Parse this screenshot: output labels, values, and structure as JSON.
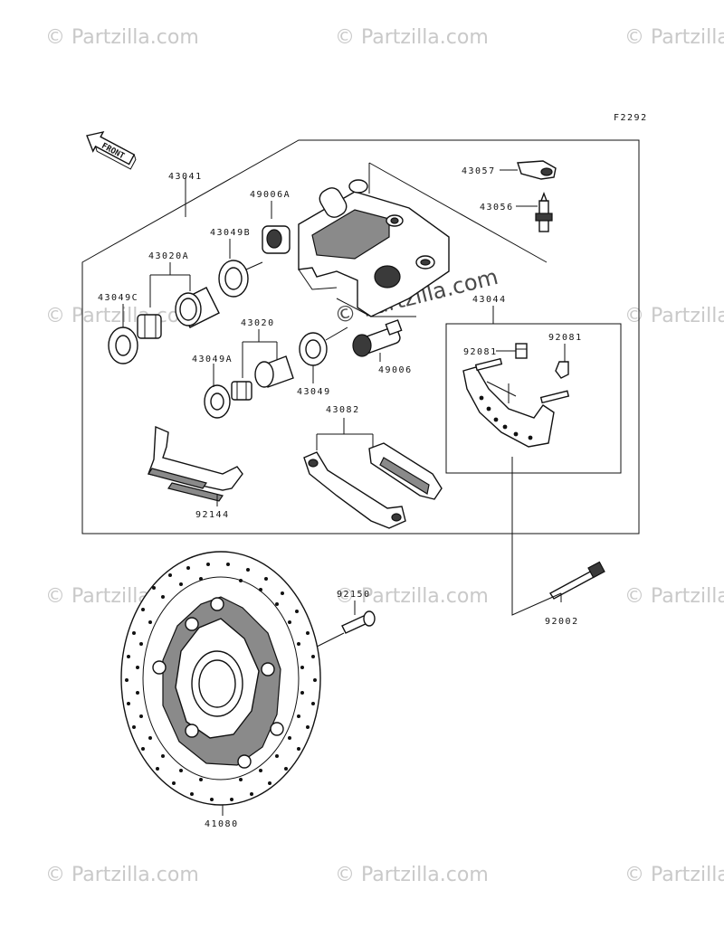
{
  "figure_code": "F2292",
  "front_label": "FRONT",
  "watermark": "© Partzilla.com",
  "watermark_center": "© Partzilla.com",
  "parts": [
    {
      "id": "43041"
    },
    {
      "id": "43057"
    },
    {
      "id": "43056"
    },
    {
      "id": "49006A"
    },
    {
      "id": "43049B"
    },
    {
      "id": "43020A"
    },
    {
      "id": "43049C"
    },
    {
      "id": "43020"
    },
    {
      "id": "43049A"
    },
    {
      "id": "43049"
    },
    {
      "id": "49006"
    },
    {
      "id": "43044"
    },
    {
      "id": "92081"
    },
    {
      "id": "92081"
    },
    {
      "id": "43082"
    },
    {
      "id": "92144"
    },
    {
      "id": "92150"
    },
    {
      "id": "92002"
    },
    {
      "id": "41080"
    }
  ]
}
